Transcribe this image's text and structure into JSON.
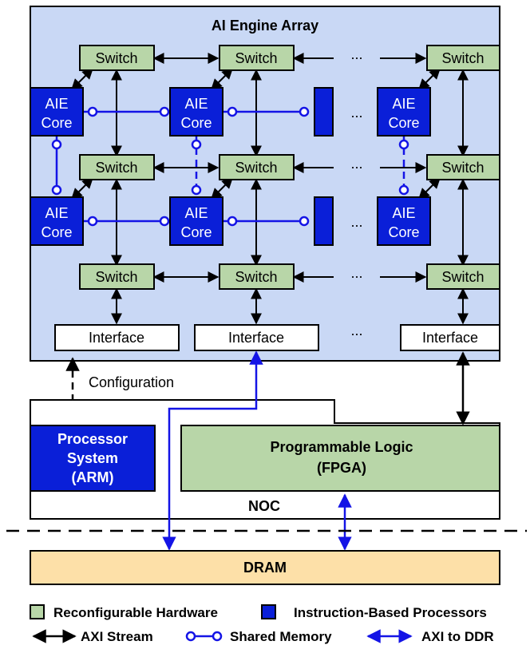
{
  "title": "AI Engine Array",
  "switch_label": "Switch",
  "core_label_line1": "AIE",
  "core_label_line2": "Core",
  "interface_label": "Interface",
  "ellipsis": "...",
  "configuration_label": "Configuration",
  "processor_system": {
    "line1": "Processor",
    "line2": "System",
    "line3": "(ARM)"
  },
  "programmable_logic": {
    "line1": "Programmable Logic",
    "line2": "(FPGA)"
  },
  "noc_label": "NOC",
  "dram_label": "DRAM",
  "legend": {
    "reconfigurable": "Reconfigurable Hardware",
    "instruction": "Instruction-Based Processors",
    "axi_stream": "AXI Stream",
    "shared_memory": "Shared Memory",
    "axi_ddr": "AXI to DDR"
  },
  "colors": {
    "array_bg": "#c9d8f5",
    "switch_fill": "#b8d6a8",
    "core_fill": "#0a1fd8",
    "dram_fill": "#fde0a8",
    "blue_link": "#1414e6"
  }
}
